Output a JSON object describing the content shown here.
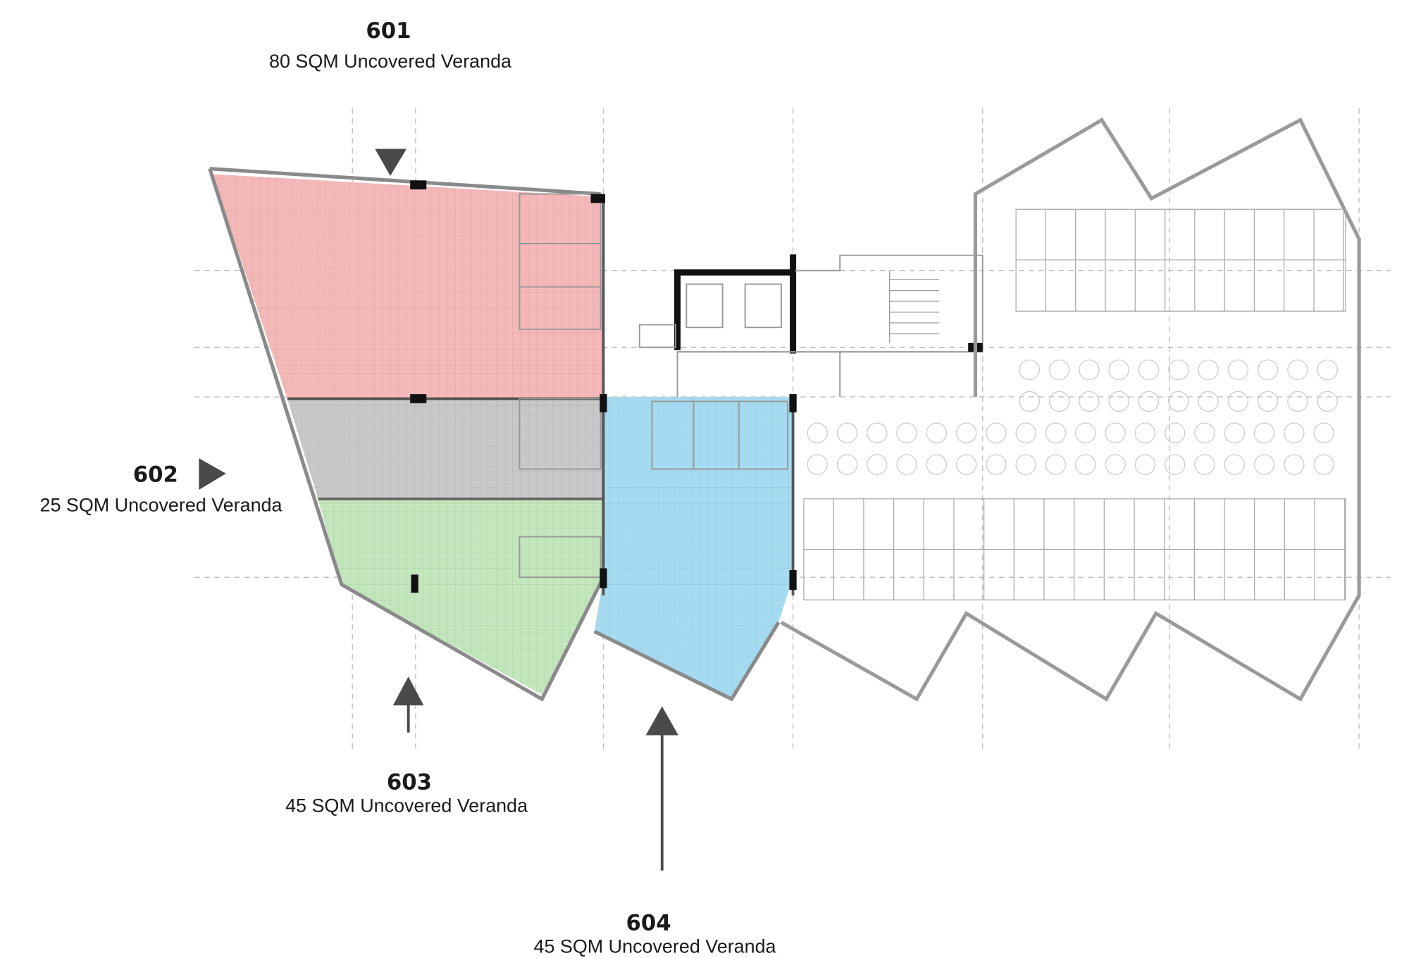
{
  "units": [
    {
      "id": "601",
      "title": "601",
      "description": "80 SQM Uncovered Veranda",
      "color": "#f4b8b8"
    },
    {
      "id": "602",
      "title": "602",
      "description": "25 SQM Uncovered Veranda",
      "color": "#c8c8c8"
    },
    {
      "id": "603",
      "title": "603",
      "description": "45 SQM Uncovered Veranda",
      "color": "#c3e6bd"
    },
    {
      "id": "604",
      "title": "604",
      "description": "45 SQM Uncovered Veranda",
      "color": "#a6dcf2"
    }
  ],
  "arrow_color": "#4a4a4a"
}
